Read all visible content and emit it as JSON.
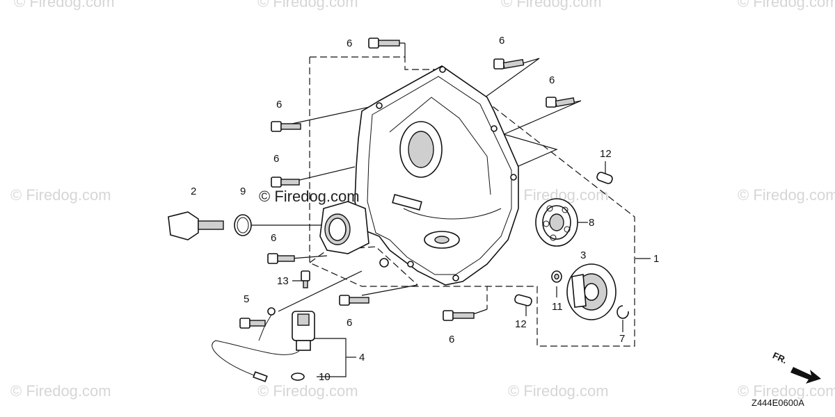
{
  "watermark": {
    "text": "© Firedog.com",
    "main_text": "© Firedog.com"
  },
  "diagram_code": "Z444E0600A",
  "front_indicator": "FR.",
  "callouts": {
    "c1": "1",
    "c2": "2",
    "c3": "3",
    "c4": "4",
    "c5": "5",
    "c6": "6",
    "c7": "7",
    "c8": "8",
    "c9": "9",
    "c10": "10",
    "c11": "11",
    "c12": "12",
    "c13": "13"
  },
  "colors": {
    "line": "#111111",
    "watermark": "#d6d6d6",
    "background": "#ffffff"
  }
}
